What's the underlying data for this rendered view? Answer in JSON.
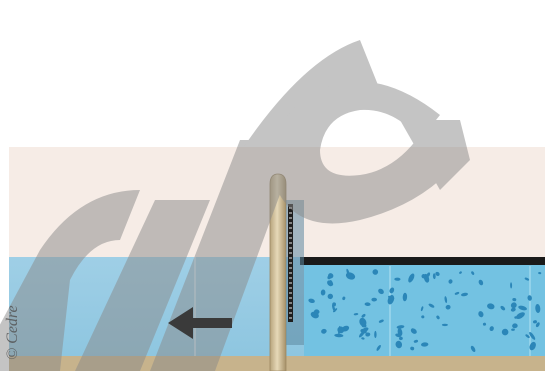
{
  "watermark": {
    "text": "Cedre",
    "color": "#7f7f7f",
    "opacity": 0.5
  },
  "copyright": {
    "text": "© Cedre"
  },
  "colors": {
    "air": "#f6ece6",
    "water": "#9fcfe6",
    "oil_layer": "#1a1a1a",
    "emulsion": "#73c2e2",
    "emulsion_droplet": "#2b86b8",
    "seabed": "#c7b38c",
    "probe": "#cfbf9c",
    "arrow": "#3a3a3a"
  },
  "icons": {
    "flow_arrow": "left-arrow-icon"
  }
}
